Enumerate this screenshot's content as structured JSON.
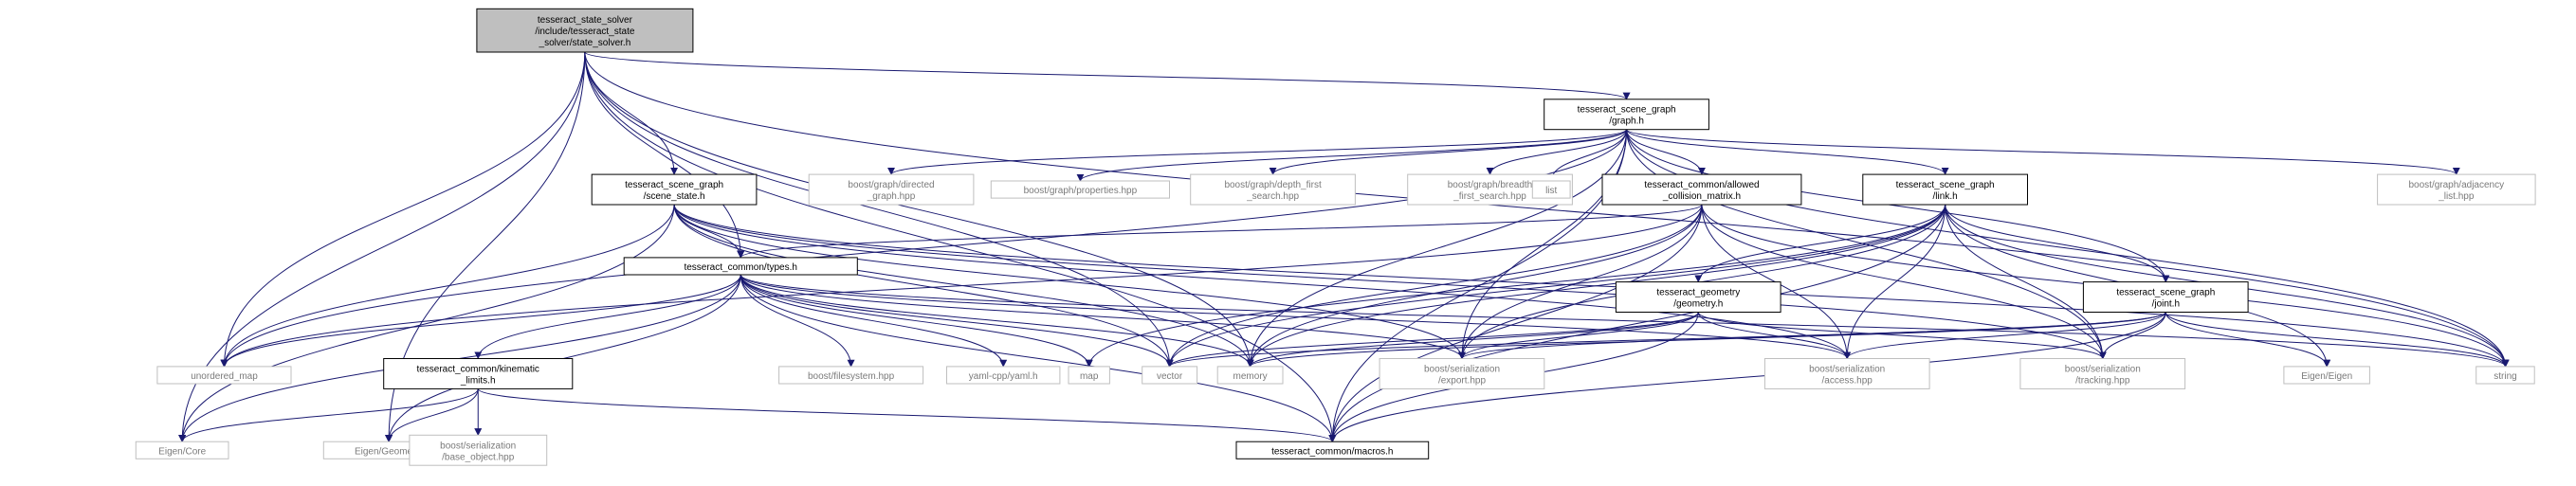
{
  "colors": {
    "edge": "#191970",
    "root_fill": "#bfbfbf",
    "external_stroke": "#bfbfbf",
    "external_text": "#7a7a7a"
  },
  "nodes": [
    {
      "id": "root",
      "kind": "root",
      "lines": [
        "tesseract_state_solver",
        "/include/tesseract_state",
        "_solver/state_solver.h"
      ]
    },
    {
      "id": "graph_h",
      "kind": "internal",
      "lines": [
        "tesseract_scene_graph",
        "/graph.h"
      ]
    },
    {
      "id": "scene_state",
      "kind": "internal",
      "lines": [
        "tesseract_scene_graph",
        "/scene_state.h"
      ]
    },
    {
      "id": "types_h",
      "kind": "internal",
      "lines": [
        "tesseract_common/types.h"
      ]
    },
    {
      "id": "acm",
      "kind": "internal",
      "lines": [
        "tesseract_common/allowed",
        "_collision_matrix.h"
      ]
    },
    {
      "id": "link_h",
      "kind": "internal",
      "lines": [
        "tesseract_scene_graph",
        "/link.h"
      ]
    },
    {
      "id": "geometry_h",
      "kind": "internal",
      "lines": [
        "tesseract_geometry",
        "/geometry.h"
      ]
    },
    {
      "id": "joint_h",
      "kind": "internal",
      "lines": [
        "tesseract_scene_graph",
        "/joint.h"
      ]
    },
    {
      "id": "kin_limits",
      "kind": "internal",
      "lines": [
        "tesseract_common/kinematic",
        "_limits.h"
      ]
    },
    {
      "id": "macros",
      "kind": "internal",
      "lines": [
        "tesseract_common/macros.h"
      ]
    },
    {
      "id": "directed",
      "kind": "external",
      "lines": [
        "boost/graph/directed",
        "_graph.hpp"
      ]
    },
    {
      "id": "properties",
      "kind": "external",
      "lines": [
        "boost/graph/properties.hpp"
      ]
    },
    {
      "id": "dfs",
      "kind": "external",
      "lines": [
        "boost/graph/depth_first",
        "_search.hpp"
      ]
    },
    {
      "id": "bfs",
      "kind": "external",
      "lines": [
        "boost/graph/breadth",
        "_first_search.hpp"
      ]
    },
    {
      "id": "list",
      "kind": "external",
      "lines": [
        "list"
      ]
    },
    {
      "id": "adjacency",
      "kind": "external",
      "lines": [
        "boost/graph/adjacency",
        "_list.hpp"
      ]
    },
    {
      "id": "unordered_map",
      "kind": "external",
      "lines": [
        "unordered_map"
      ]
    },
    {
      "id": "filesystem",
      "kind": "external",
      "lines": [
        "boost/filesystem.hpp"
      ]
    },
    {
      "id": "yaml",
      "kind": "external",
      "lines": [
        "yaml-cpp/yaml.h"
      ]
    },
    {
      "id": "map",
      "kind": "external",
      "lines": [
        "map"
      ]
    },
    {
      "id": "vector",
      "kind": "external",
      "lines": [
        "vector"
      ]
    },
    {
      "id": "memory",
      "kind": "external",
      "lines": [
        "memory"
      ]
    },
    {
      "id": "export",
      "kind": "external",
      "lines": [
        "boost/serialization",
        "/export.hpp"
      ]
    },
    {
      "id": "access",
      "kind": "external",
      "lines": [
        "boost/serialization",
        "/access.hpp"
      ]
    },
    {
      "id": "tracking",
      "kind": "external",
      "lines": [
        "boost/serialization",
        "/tracking.hpp"
      ]
    },
    {
      "id": "eigen",
      "kind": "external",
      "lines": [
        "Eigen/Eigen"
      ]
    },
    {
      "id": "string",
      "kind": "external",
      "lines": [
        "string"
      ]
    },
    {
      "id": "eigen_core",
      "kind": "external",
      "lines": [
        "Eigen/Core"
      ]
    },
    {
      "id": "eigen_geom",
      "kind": "external",
      "lines": [
        "Eigen/Geometry"
      ]
    },
    {
      "id": "base_object",
      "kind": "external",
      "lines": [
        "boost/serialization",
        "/base_object.hpp"
      ]
    }
  ],
  "edges": [
    [
      "root",
      "graph_h"
    ],
    [
      "root",
      "scene_state"
    ],
    [
      "root",
      "types_h"
    ],
    [
      "root",
      "macros"
    ],
    [
      "root",
      "string"
    ],
    [
      "root",
      "unordered_map"
    ],
    [
      "root",
      "eigen_core"
    ],
    [
      "root",
      "eigen_geom"
    ],
    [
      "root",
      "vector"
    ],
    [
      "root",
      "memory"
    ],
    [
      "graph_h",
      "directed"
    ],
    [
      "graph_h",
      "properties"
    ],
    [
      "graph_h",
      "dfs"
    ],
    [
      "graph_h",
      "bfs"
    ],
    [
      "graph_h",
      "list"
    ],
    [
      "graph_h",
      "adjacency"
    ],
    [
      "graph_h",
      "acm"
    ],
    [
      "graph_h",
      "link_h"
    ],
    [
      "graph_h",
      "joint_h"
    ],
    [
      "graph_h",
      "unordered_map"
    ],
    [
      "graph_h",
      "string"
    ],
    [
      "graph_h",
      "macros"
    ],
    [
      "graph_h",
      "export"
    ],
    [
      "graph_h",
      "tracking"
    ],
    [
      "graph_h",
      "memory"
    ],
    [
      "scene_state",
      "types_h"
    ],
    [
      "scene_state",
      "unordered_map"
    ],
    [
      "scene_state",
      "eigen_core"
    ],
    [
      "scene_state",
      "vector"
    ],
    [
      "scene_state",
      "memory"
    ],
    [
      "scene_state",
      "export"
    ],
    [
      "scene_state",
      "access"
    ],
    [
      "scene_state",
      "tracking"
    ],
    [
      "scene_state",
      "string"
    ],
    [
      "types_h",
      "unordered_map"
    ],
    [
      "types_h",
      "kin_limits"
    ],
    [
      "types_h",
      "filesystem"
    ],
    [
      "types_h",
      "yaml"
    ],
    [
      "types_h",
      "map"
    ],
    [
      "types_h",
      "vector"
    ],
    [
      "types_h",
      "memory"
    ],
    [
      "types_h",
      "export"
    ],
    [
      "types_h",
      "access"
    ],
    [
      "types_h",
      "macros"
    ],
    [
      "types_h",
      "eigen_core"
    ],
    [
      "types_h",
      "eigen_geom"
    ],
    [
      "types_h",
      "string"
    ],
    [
      "kin_limits",
      "eigen_core"
    ],
    [
      "kin_limits",
      "eigen_geom"
    ],
    [
      "kin_limits",
      "base_object"
    ],
    [
      "kin_limits",
      "macros"
    ],
    [
      "acm",
      "types_h"
    ],
    [
      "acm",
      "unordered_map"
    ],
    [
      "acm",
      "vector"
    ],
    [
      "acm",
      "memory"
    ],
    [
      "acm",
      "string"
    ],
    [
      "acm",
      "export"
    ],
    [
      "acm",
      "access"
    ],
    [
      "acm",
      "tracking"
    ],
    [
      "acm",
      "macros"
    ],
    [
      "link_h",
      "geometry_h"
    ],
    [
      "link_h",
      "joint_h"
    ],
    [
      "link_h",
      "eigen"
    ],
    [
      "link_h",
      "string"
    ],
    [
      "link_h",
      "vector"
    ],
    [
      "link_h",
      "memory"
    ],
    [
      "link_h",
      "map"
    ],
    [
      "link_h",
      "export"
    ],
    [
      "link_h",
      "access"
    ],
    [
      "link_h",
      "tracking"
    ],
    [
      "link_h",
      "macros"
    ],
    [
      "geometry_h",
      "vector"
    ],
    [
      "geometry_h",
      "memory"
    ],
    [
      "geometry_h",
      "macros"
    ],
    [
      "geometry_h",
      "export"
    ],
    [
      "geometry_h",
      "access"
    ],
    [
      "geometry_h",
      "tracking"
    ],
    [
      "joint_h",
      "eigen"
    ],
    [
      "joint_h",
      "string"
    ],
    [
      "joint_h",
      "vector"
    ],
    [
      "joint_h",
      "memory"
    ],
    [
      "joint_h",
      "export"
    ],
    [
      "joint_h",
      "access"
    ],
    [
      "joint_h",
      "tracking"
    ],
    [
      "joint_h",
      "macros"
    ]
  ]
}
